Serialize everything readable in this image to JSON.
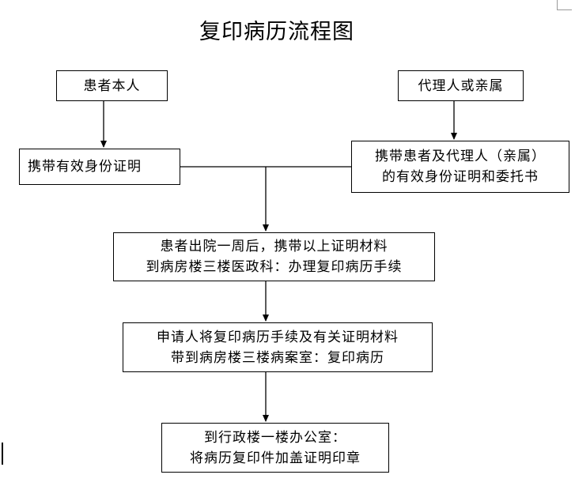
{
  "title": "复印病历流程图",
  "nodes": {
    "patient_self": {
      "lines": [
        "患者本人"
      ]
    },
    "agent_relative": {
      "lines": [
        "代理人或亲属"
      ]
    },
    "carry_id": {
      "lines": [
        "携带有效身份证明"
      ]
    },
    "carry_patient_agent_id": {
      "lines": [
        "携带患者及代理人（亲属）",
        "的有效身份证明和委托书"
      ]
    },
    "discharge_step": {
      "lines": [
        "患者出院一周后，携带以上证明材料",
        "到病房楼三楼医政科：办理复印病历手续"
      ]
    },
    "records_room_step": {
      "lines": [
        "申请人将复印病历手续及有关证明材料",
        "带到病房楼三楼病案室：复印病历"
      ]
    },
    "admin_office_step": {
      "lines": [
        "到行政楼一楼办公室：",
        "将病历复印件加盖证明印章"
      ]
    }
  }
}
